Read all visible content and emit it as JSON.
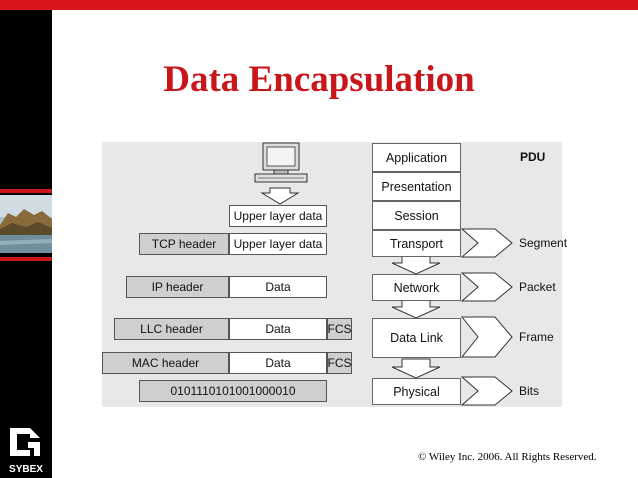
{
  "slide": {
    "title": "Data Encapsulation",
    "copyright": "© Wiley Inc. 2006. All Rights Reserved.",
    "logo_text": "SYBEX",
    "accent_color": "#c8161b"
  },
  "diagram": {
    "pdu_heading": "PDU",
    "osi_layers": [
      "Application",
      "Presentation",
      "Session",
      "Transport",
      "Network",
      "Data Link",
      "Physical"
    ],
    "pdus": [
      "Segment",
      "Packet",
      "Frame",
      "Bits"
    ],
    "frames": {
      "upper": {
        "data": "Upper layer data"
      },
      "tcp": {
        "header": "TCP header",
        "data": "Upper layer data"
      },
      "ip": {
        "header": "IP header",
        "data": "Data"
      },
      "llc": {
        "header": "LLC header",
        "data": "Data",
        "trailer": "FCS"
      },
      "mac": {
        "header": "MAC header",
        "data": "Data",
        "trailer": "FCS"
      },
      "bits": "0101110101001000010"
    },
    "icons": [
      "computer-icon"
    ]
  }
}
